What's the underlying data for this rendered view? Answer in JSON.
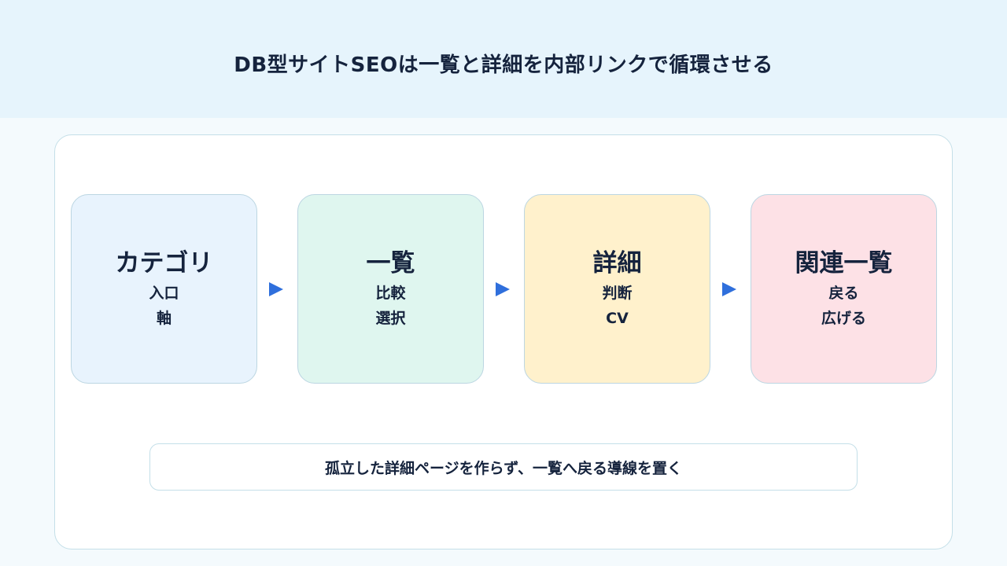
{
  "title": "DB型サイトSEOは一覧と詳細を内部リンクで循環させる",
  "steps": [
    {
      "title": "カテゴリ",
      "lines": [
        "入口",
        "軸"
      ],
      "color": "#e8f3fd"
    },
    {
      "title": "一覧",
      "lines": [
        "比較",
        "選択"
      ],
      "color": "#dff6ef"
    },
    {
      "title": "詳細",
      "lines": [
        "判断",
        "CV"
      ],
      "color": "#fff1cc"
    },
    {
      "title": "関連一覧",
      "lines": [
        "戻る",
        "広げる"
      ],
      "color": "#fde1e6"
    }
  ],
  "footnote": "孤立した詳細ページを作らず、一覧へ戻る導線を置く",
  "colors": {
    "arrow": "#2f6fdc",
    "text": "#15233d",
    "header_bg": "#e6f4fc"
  }
}
